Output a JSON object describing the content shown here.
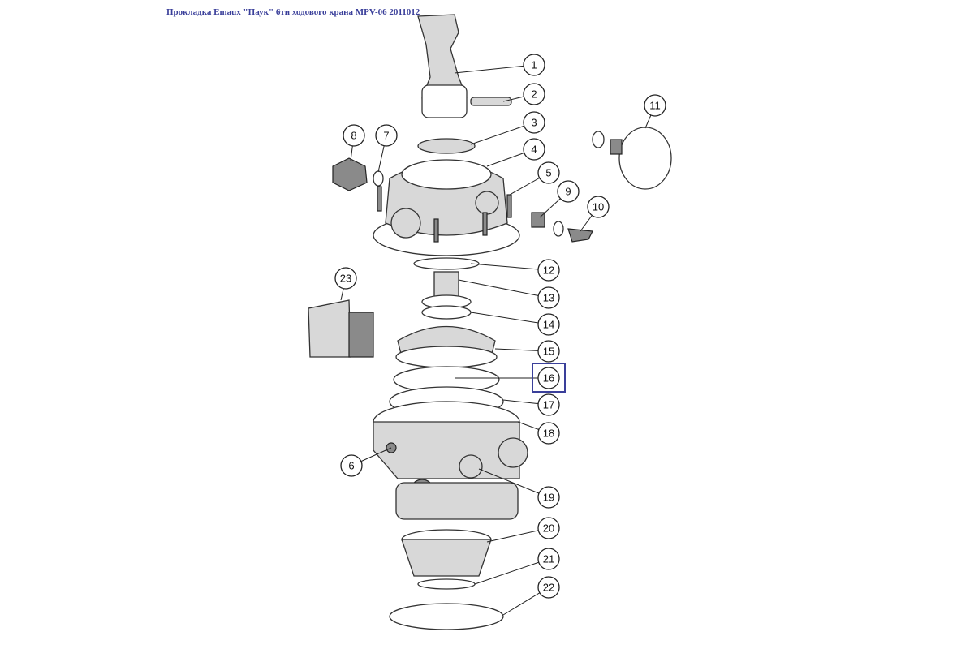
{
  "title": "Прокладка Emaux \"Паук\" 6ти ходового крана MPV-06 2011012",
  "highlighted_callout": "16",
  "callouts": [
    "1",
    "2",
    "3",
    "4",
    "5",
    "7",
    "8",
    "9",
    "10",
    "11",
    "12",
    "13",
    "14",
    "15",
    "16",
    "17",
    "18",
    "6",
    "19",
    "20",
    "21",
    "22",
    "23"
  ],
  "colors": {
    "title": "#3a3f9a",
    "highlight": "#3a3f9a"
  }
}
